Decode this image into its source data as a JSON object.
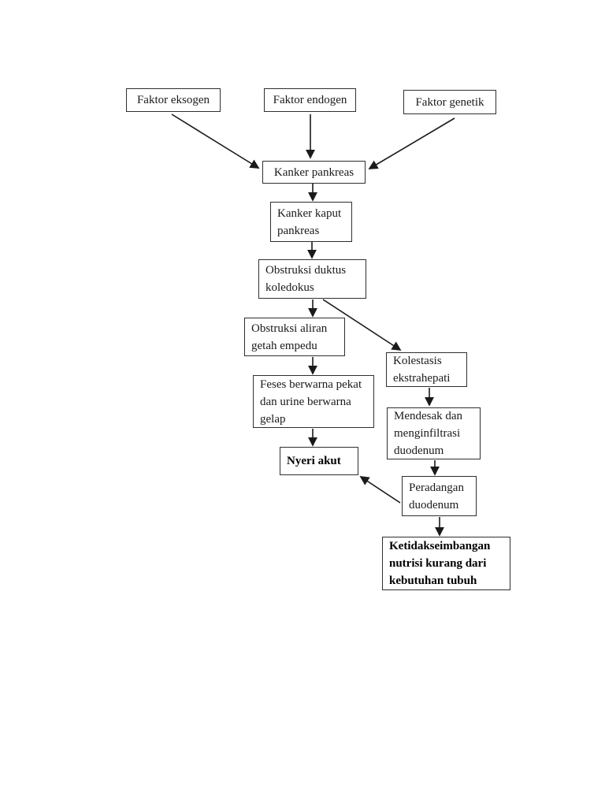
{
  "diagram": {
    "description": "Pathway flowchart: pancreatic cancer pathophysiology",
    "accent_color": "#1a1a1a",
    "background_color": "#ffffff"
  },
  "nodes": [
    {
      "id": "faktor-eksogen",
      "label": "Faktor eksogen",
      "bold": false
    },
    {
      "id": "faktor-endogen",
      "label": "Faktor endogen",
      "bold": false
    },
    {
      "id": "faktor-genetik",
      "label": "Faktor genetik",
      "bold": false
    },
    {
      "id": "kanker-pankreas",
      "label": "Kanker pankreas",
      "bold": false
    },
    {
      "id": "kanker-kaput",
      "label": "Kanker kaput pankreas",
      "bold": false
    },
    {
      "id": "obstruksi-duktus",
      "label": "Obstruksi duktus koledokus",
      "bold": false
    },
    {
      "id": "obstruksi-aliran",
      "label": "Obstruksi aliran getah empedu",
      "bold": false
    },
    {
      "id": "kolestasis",
      "label": "Kolestasis ekstrahepati",
      "bold": false
    },
    {
      "id": "feses",
      "label": "Feses berwarna pekat dan urine berwarna gelap",
      "bold": false
    },
    {
      "id": "mendesak",
      "label": "Mendesak dan menginfiltrasi duodenum",
      "bold": false
    },
    {
      "id": "nyeri-akut",
      "label": "Nyeri akut",
      "bold": true
    },
    {
      "id": "peradangan",
      "label": "Peradangan duodenum",
      "bold": false
    },
    {
      "id": "ketidakseimbangan",
      "label": "Ketidakseimbangan nutrisi kurang dari kebutuhan tubuh",
      "bold": true
    }
  ],
  "edges": [
    {
      "from": "faktor-eksogen",
      "to": "kanker-pankreas"
    },
    {
      "from": "faktor-endogen",
      "to": "kanker-pankreas"
    },
    {
      "from": "faktor-genetik",
      "to": "kanker-pankreas"
    },
    {
      "from": "kanker-pankreas",
      "to": "kanker-kaput"
    },
    {
      "from": "kanker-kaput",
      "to": "obstruksi-duktus"
    },
    {
      "from": "obstruksi-duktus",
      "to": "obstruksi-aliran"
    },
    {
      "from": "obstruksi-duktus",
      "to": "kolestasis"
    },
    {
      "from": "obstruksi-aliran",
      "to": "feses"
    },
    {
      "from": "kolestasis",
      "to": "mendesak"
    },
    {
      "from": "feses",
      "to": "nyeri-akut"
    },
    {
      "from": "mendesak",
      "to": "peradangan"
    },
    {
      "from": "peradangan",
      "to": "nyeri-akut"
    },
    {
      "from": "peradangan",
      "to": "ketidakseimbangan"
    }
  ]
}
